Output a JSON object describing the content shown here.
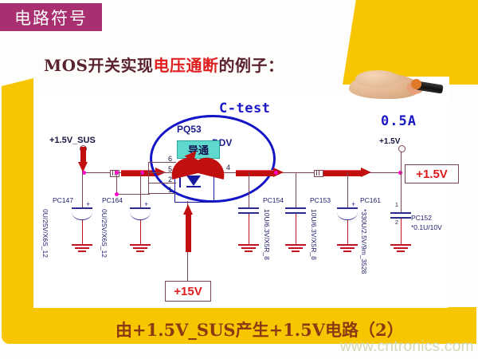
{
  "slide": {
    "header_tag": "电路符号",
    "title_part1": "MOS开关实现",
    "title_part2": "电压通断",
    "title_part3": "的例子：",
    "caption": "由+1.5V_SUS产生+1.5V电路（2）",
    "watermark": "www.cntronics.com",
    "accent_yellow": "#f7c600",
    "accent_magenta": "#a93070",
    "accent_red": "#c10f0f",
    "accent_blue": "#1515c8"
  },
  "circuit": {
    "test_point_label": "C-test",
    "current_label": "0.5A",
    "input_rail": "+1.5V_SUS",
    "output_rail": "+1.5V",
    "output_box": "+1.5V",
    "gate_drive_box": "+15V",
    "mosfet": {
      "designator": "PQ53",
      "part_label": "DDV",
      "state": "导通",
      "pins_left": [
        "6",
        "5",
        "2",
        "1"
      ],
      "pin_right": "4"
    },
    "components": [
      {
        "ref": "PC147",
        "value": "0U/25V/X6S_12"
      },
      {
        "ref": "PC164",
        "value": "0U/25V/X6S_12"
      },
      {
        "ref": "PC154",
        "value": "10U/6.3V/X5R_8"
      },
      {
        "ref": "PC153",
        "value": "10U/6.3V/X5R_8"
      },
      {
        "ref": "PC161",
        "value": "*330U/2.5V/9m_3528"
      },
      {
        "ref": "PC152",
        "value": "*0.1U/10V"
      }
    ],
    "pc152_value_line1": "PC152",
    "pc152_value_line2": "*0.1U/10V"
  }
}
